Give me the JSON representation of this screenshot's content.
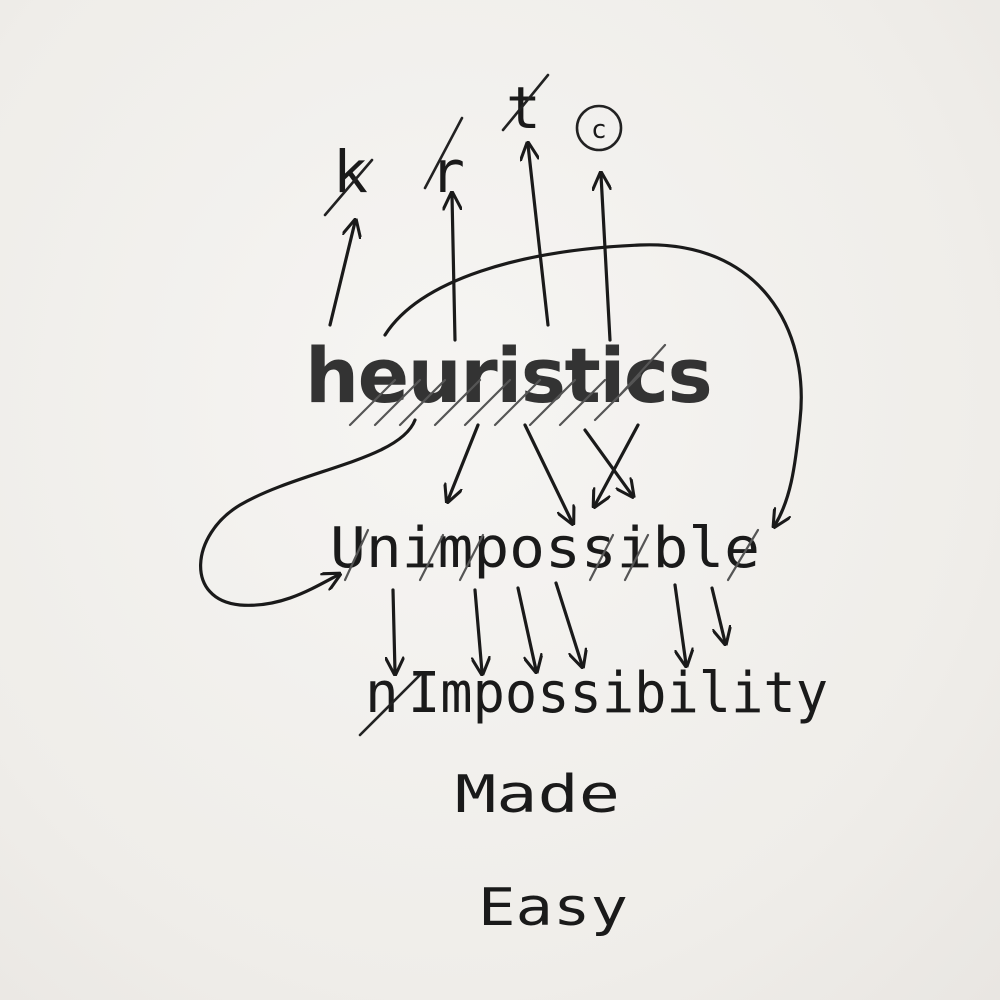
{
  "sketch": {
    "printed_word": "heuristics",
    "top_symbols": [
      "k",
      "r",
      "t",
      "c"
    ],
    "middle_word": "Unimpossible",
    "bottom_word": "nImpossibility",
    "bottom_prefix": "n",
    "bottom_rest": "Impossibility",
    "line_made": "Made",
    "line_easy": "Easy",
    "paper_color": "#f1efec",
    "ink_color": "#1a1a1a"
  }
}
